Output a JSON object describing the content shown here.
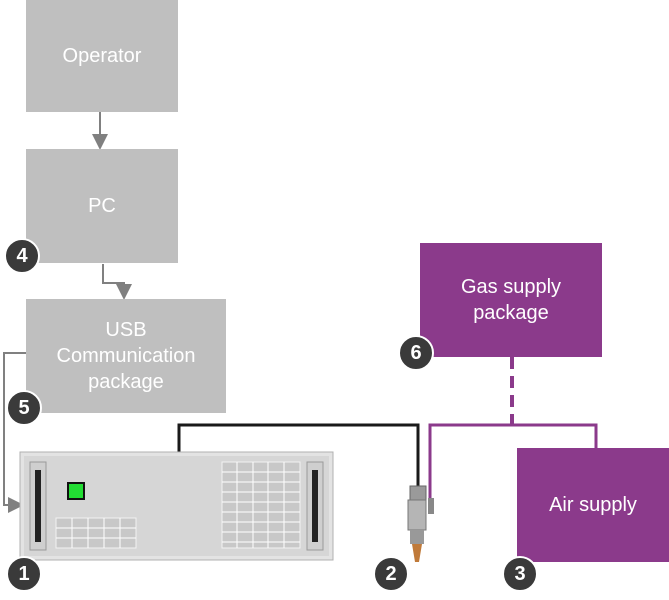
{
  "boxes": {
    "operator": "Operator",
    "pc": "PC",
    "usb": "USB\nCommunication\npackage",
    "gas": "Gas supply\npackage",
    "air": "Air supply"
  },
  "badges": {
    "b1": "1",
    "b2": "2",
    "b3": "3",
    "b4": "4",
    "b5": "5",
    "b6": "6"
  },
  "colors": {
    "grey_box": "#bfbfbf",
    "purple_box": "#8b3a8b",
    "badge": "#3a3a3a",
    "led": "#22dd33"
  }
}
